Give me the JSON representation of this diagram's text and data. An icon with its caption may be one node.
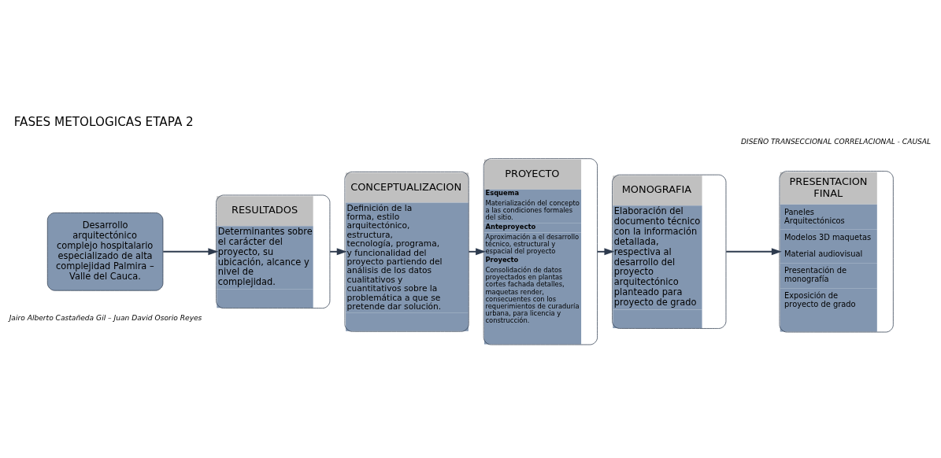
{
  "diagram": {
    "title": "FASES METOLOGICAS ETAPA 2",
    "caption": "Jairo Alberto Castañeda Gil – Juan David Osorio Reyes",
    "nodes": [
      {
        "text": [
          "Desarrollo arquitectónico complejo hospitalario especializado de alta complejidad Palmira – Valle del Cauca."
        ]
      },
      {
        "text": [
          "RESULTADOS",
          "Determinantes sobre el carácter del proyecto, su ubicación, alcance y nivel de complejidad."
        ]
      },
      {
        "text": [
          "CONCEPTUALIZACION",
          "Definición de la forma, estilo arquitectónico, estructura, tecnología, programa, y funcionalidad del proyecto partiendo del análisis de los datos cualitativos y cuantitativos sobre la problemática a que se pretende dar solución."
        ]
      },
      {
        "text": [
          "PROYECTO",
          "**Esquema**",
          "Materialización del concepto a las condiciones formales del sitio.",
          "**Anteproyecto**",
          "Aproximación a el desarrollo técnico, estructural y espacial del proyecto",
          "**Proyecto**",
          "Consolidación de datos proyectados en plantas cortes fachada detalles, maquetas render, consecuentes con los requerimientos de curaduría urbana, para licencia y construcción."
        ]
      },
      {
        "text": [
          "MONOGRAFIA",
          "Elaboración del documento técnico con la información detallada, respectiva al desarrollo del proyecto arquitectónico planteado para proyecto de grado"
        ]
      },
      {
        "text": [
          "PRESENTACION FINAL",
          "Paneles Arquitectónicos",
          "Modelos 3D maquetas",
          "Material audiovisual",
          "Presentación de monografía",
          "Exposición de proyecto de grado"
        ]
      }
    ],
    "edges": [
      {
        "from": 0,
        "to": 1,
        "arrow": "to"
      },
      {
        "from": 1,
        "to": 2,
        "arrow": "to"
      },
      {
        "from": 2,
        "to": 3,
        "arrow": "to"
      },
      {
        "from": 3,
        "to": 4,
        "arrow": "to"
      },
      {
        "from": 4,
        "to": 5,
        "arrow": "to"
      }
    ],
    "labels": [
      "DISEÑO TRANSECCIONAL CORRELACIONAL - CAUSAL"
    ]
  }
}
